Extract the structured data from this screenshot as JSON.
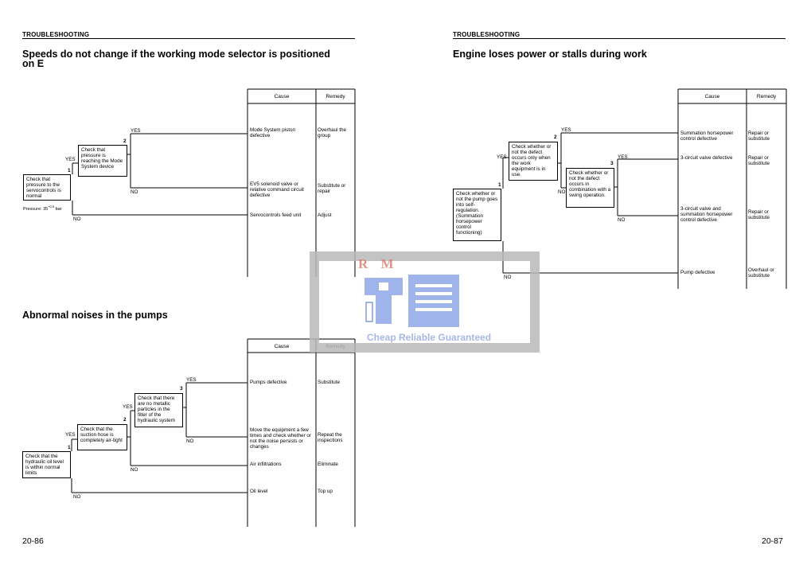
{
  "left_page": {
    "header": "TROUBLESHOOTING",
    "page_number": "20-86",
    "chart1": {
      "title_line1": "Speeds do not change if the working mode selector is positioned",
      "title_line2": "on E",
      "col_cause": "Cause",
      "col_remedy": "Remedy",
      "box1": "Check that pressure to the servocontrols is normal",
      "box1_num": "1",
      "box1_note": "Pressure: 35",
      "box1_note_sup": "+0.5",
      "box1_note_end": "bar",
      "box2": "Check that pressure is reaching the Mode System device",
      "box2_num": "2",
      "yes": "YES",
      "no": "NO",
      "rows": [
        {
          "cause": "Mode System piston defective",
          "remedy": "Overhaul the group"
        },
        {
          "cause": "EV5 solenoid valve or relative command circuit defective",
          "remedy": "Substitute or repair"
        },
        {
          "cause": "Servocontrols feed unit",
          "remedy": "Adjust"
        }
      ]
    },
    "chart2": {
      "title": "Abnormal noises in the pumps",
      "col_cause": "Cause",
      "col_remedy": "Remedy",
      "box1": "Check that the hydraulic oil level is within normal limits",
      "box1_num": "1",
      "box2": "Check that the suction hose is completely air-tight",
      "box2_num": "2",
      "box3": "Check that there are no metallic particles in the filter of the hydraulic system",
      "box3_num": "3",
      "yes": "YES",
      "no": "NO",
      "rows": [
        {
          "cause": "Pumps defective",
          "remedy": "Substitute"
        },
        {
          "cause": "Move the equipment a few times and check whether or not the noise persists or changes",
          "remedy": "Repeat the inspections"
        },
        {
          "cause": "Air infiltrations",
          "remedy": "Eliminate"
        },
        {
          "cause": "Oil level",
          "remedy": "Top up"
        }
      ]
    }
  },
  "right_page": {
    "header": "TROUBLESHOOTING",
    "page_number": "20-87",
    "chart3": {
      "title": "Engine loses power or stalls during work",
      "col_cause": "Cause",
      "col_remedy": "Remedy",
      "box1": "Check whether or not the pump goes into self-regulation. (Summation horsepower control functioning)",
      "box1_num": "1",
      "box2": "Check whether or not the defect occurs only when the work equipment is in use.",
      "box2_num": "2",
      "box3": "Check whether or not the defect occurs in combination with a swing operation.",
      "box3_num": "3",
      "yes": "YES",
      "no": "NO",
      "rows": [
        {
          "cause": "Summation horsepower control defective",
          "remedy": "Repair or substitute"
        },
        {
          "cause": "3-circuit valve defective",
          "remedy": "Repair or substitute"
        },
        {
          "cause": "3-circuit valve and summation horsepower control defective",
          "remedy": "Repair or substitute"
        },
        {
          "cause": "Pump defective",
          "remedy": "Overhaul or substitute"
        }
      ]
    }
  },
  "watermark": {
    "letters": "R M",
    "tagline": "Cheap Reliable Guaranteed",
    "colors": {
      "frame": "#b8b8b8",
      "icon": "#7f9be3",
      "letters": "#d97a6e",
      "tagline": "#9db0e6"
    }
  }
}
